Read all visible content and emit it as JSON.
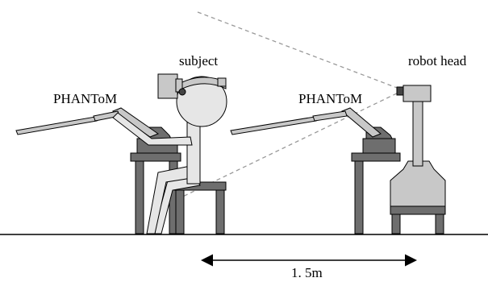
{
  "labels": {
    "subject": "subject",
    "phantom_left": "PHANToM",
    "phantom_right": "PHANToM",
    "robot_head": "robot head",
    "distance": "1. 5m"
  },
  "colors": {
    "dark_gray": "#6e6e6e",
    "light_gray": "#c8c8c8",
    "outline": "#000000",
    "dashed": "#999999"
  }
}
